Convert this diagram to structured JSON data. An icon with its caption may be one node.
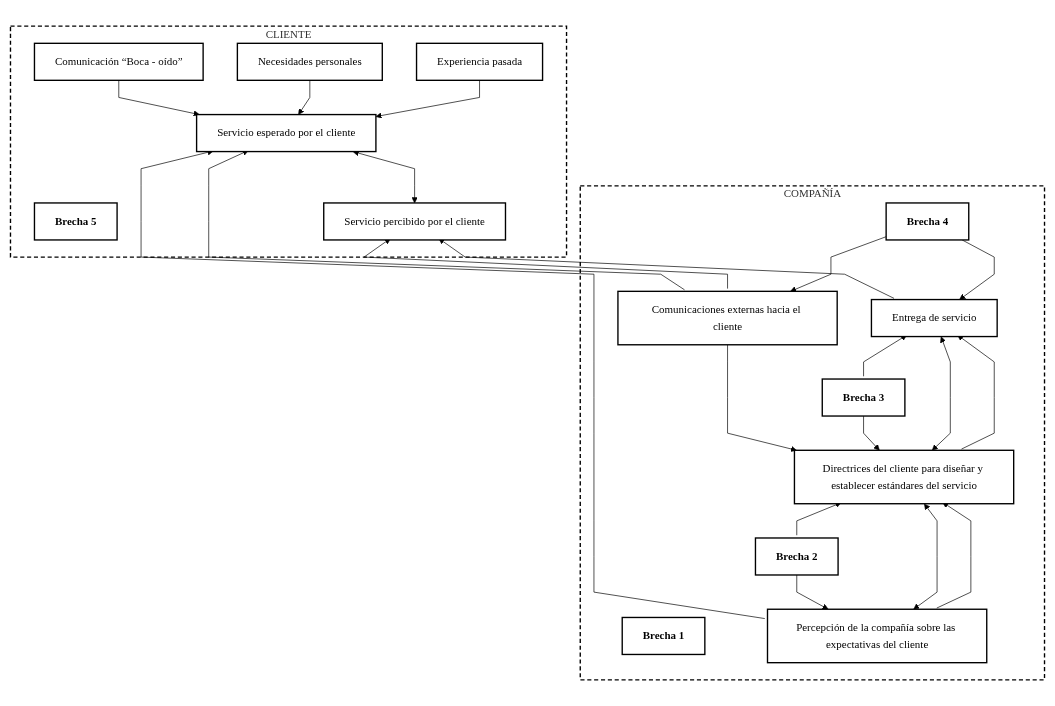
{
  "diagram": {
    "nodes": [
      {
        "text": [
          "CLIENTE"
        ]
      },
      {
        "text": [
          "Comunicación “Boca - oído”"
        ],
        "in": 0
      },
      {
        "text": [
          "Necesidades personales"
        ],
        "in": 0
      },
      {
        "text": [
          "Experiencia pasada"
        ],
        "in": 0
      },
      {
        "text": [
          "Servicio esperado por el cliente"
        ],
        "in": 0
      },
      {
        "text": [
          "Brecha 5"
        ],
        "in": 0
      },
      {
        "text": [
          "Servicio percibido por el cliente"
        ],
        "in": 0
      },
      {
        "text": [
          "COMPAÑÍA"
        ]
      },
      {
        "text": [
          "Brecha 1"
        ],
        "in": 7
      },
      {
        "text": [
          "Entrega de servicio"
        ],
        "in": 7
      },
      {
        "text": [
          "Brecha 4"
        ],
        "in": 7
      },
      {
        "text": [
          "Comunicaciones externas hacia el cliente"
        ],
        "in": 7
      },
      {
        "text": [
          "Brecha 3"
        ],
        "in": 7
      },
      {
        "text": [
          "Directrices del cliente para diseñar y establecer estándares del servicio"
        ],
        "in": 7
      },
      {
        "text": [
          "Brecha 2"
        ],
        "in": 7
      },
      {
        "text": [
          "Percepción de la compañía sobre las expectativas del cliente"
        ],
        "in": 7
      }
    ],
    "edges": [
      {
        "from": 1,
        "to": 4,
        "arrow": "to"
      },
      {
        "from": 2,
        "to": 4,
        "arrow": "to"
      },
      {
        "from": 3,
        "to": 4,
        "arrow": "to"
      },
      {
        "from": 15,
        "to": 4,
        "arrow": "to"
      },
      {
        "from": 4,
        "to": 6,
        "arrow": "both"
      },
      {
        "from": 11,
        "to": 4,
        "arrow": "to"
      },
      {
        "from": 11,
        "to": 6,
        "arrow": "to"
      },
      {
        "from": 9,
        "to": 6,
        "arrow": "to"
      },
      {
        "from": 10,
        "to": 9,
        "arrow": "to"
      },
      {
        "from": 10,
        "to": 11,
        "arrow": "to"
      },
      {
        "from": 11,
        "to": 13,
        "arrow": "to"
      },
      {
        "from": 12,
        "to": 9,
        "arrow": "to"
      },
      {
        "from": 12,
        "to": 13,
        "arrow": "to"
      },
      {
        "from": 9,
        "to": 13,
        "arrow": "both"
      },
      {
        "from": 13,
        "to": 9,
        "arrow": "to"
      },
      {
        "from": 14,
        "to": 13,
        "arrow": "to"
      },
      {
        "from": 14,
        "to": 15,
        "arrow": "to"
      },
      {
        "from": 13,
        "to": 15,
        "arrow": "both"
      },
      {
        "from": 15,
        "to": 13,
        "arrow": "to"
      }
    ]
  }
}
